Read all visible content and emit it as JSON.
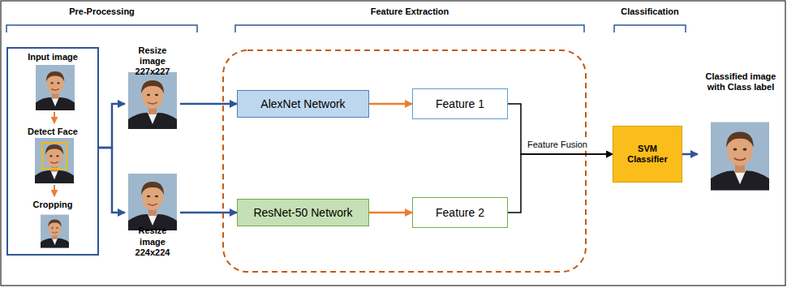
{
  "diagram": {
    "nodes": [
      {
        "text": [
          "Input image",
          "Detect Face",
          "Cropping"
        ]
      },
      {
        "text": [
          "Resize image 227x227"
        ]
      },
      {
        "text": [
          "Resize image 224x224"
        ]
      },
      {
        "text": [
          "AlexNet Network"
        ]
      },
      {
        "text": [
          "Feature 1"
        ]
      },
      {
        "text": [
          "ResNet-50 Network"
        ]
      },
      {
        "text": [
          "Feature 2"
        ]
      },
      {
        "text": [
          "SVM Classifier"
        ]
      },
      {
        "text": [
          "Classified image with Class label"
        ]
      }
    ],
    "edges": [
      {
        "from": 0,
        "to": 1,
        "arrow": "to"
      },
      {
        "from": 0,
        "to": 2,
        "arrow": "to"
      },
      {
        "from": 1,
        "to": 3,
        "arrow": "to"
      },
      {
        "from": 3,
        "to": 4,
        "arrow": "to"
      },
      {
        "from": 2,
        "to": 5,
        "arrow": "to"
      },
      {
        "from": 5,
        "to": 6,
        "arrow": "to"
      },
      {
        "from": 4,
        "to": 7,
        "label": "Feature Fusion",
        "arrow": "to"
      },
      {
        "from": 6,
        "to": 7,
        "arrow": "to"
      },
      {
        "from": 7,
        "to": 8,
        "arrow": "to"
      }
    ],
    "labels": [
      "Pre-Processing",
      "Feature Extraction",
      "Classification"
    ]
  }
}
